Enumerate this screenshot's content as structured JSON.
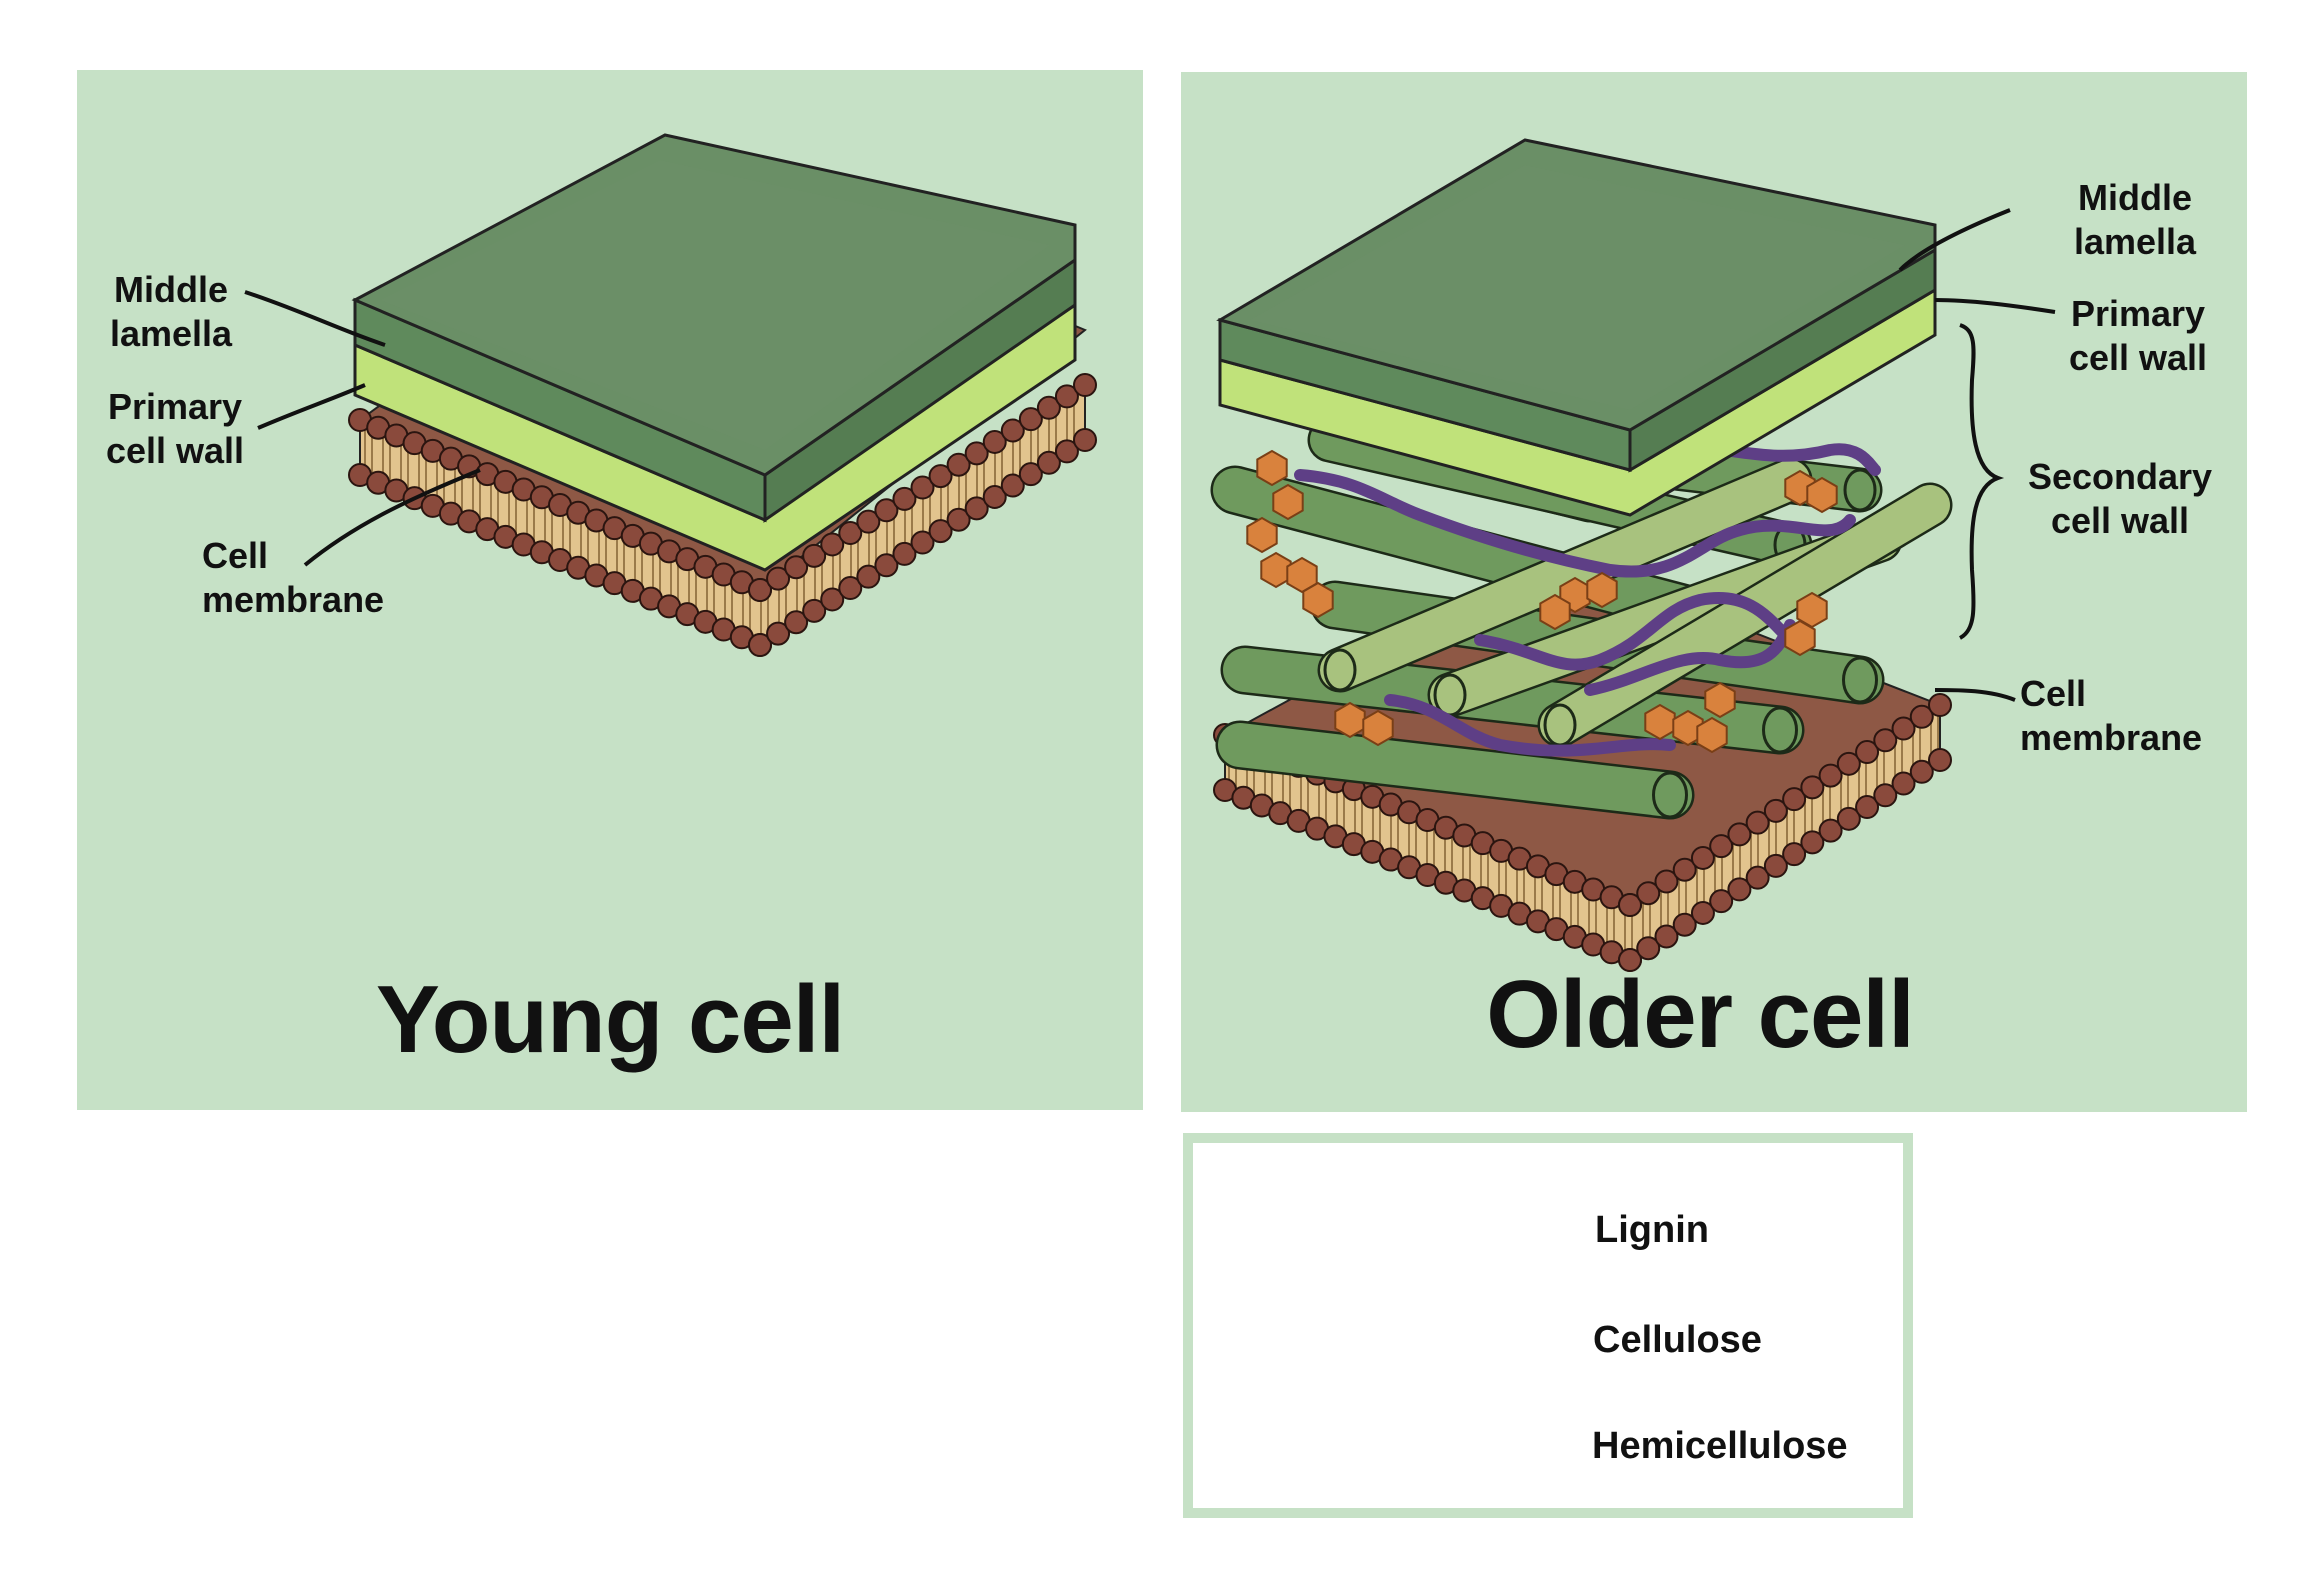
{
  "young_cell": {
    "title": "Young cell",
    "labels": {
      "middle_lamella_1": "Middle",
      "middle_lamella_2": "lamella",
      "primary_wall_1": "Primary",
      "primary_wall_2": "cell wall",
      "membrane_1": "Cell",
      "membrane_2": "membrane"
    }
  },
  "older_cell": {
    "title": "Older cell",
    "labels": {
      "middle_lamella_1": "Middle",
      "middle_lamella_2": "lamella",
      "primary_wall_1": "Primary",
      "primary_wall_2": "cell wall",
      "secondary_wall_1": "Secondary",
      "secondary_wall_2": "cell wall",
      "membrane_1": "Cell",
      "membrane_2": "membrane"
    }
  },
  "legend": {
    "items": [
      {
        "label": "Lignin",
        "icon": "lignin-hexagons-icon"
      },
      {
        "label": "Cellulose",
        "icon": "cellulose-cylinder-icon"
      },
      {
        "label": "Hemicellulose",
        "icon": "hemicellulose-strand-icon"
      }
    ]
  },
  "colors": {
    "panel_bg": "#c6e1c6",
    "middle_lamella": "#6a8f66",
    "primary_wall": "#c0e27a",
    "membrane_head": "#8a4a3c",
    "membrane_tail": "#d8b27a",
    "membrane_top": "#8e5845",
    "cellulose_dark": "#6f9a5e",
    "cellulose_light": "#a8c27e",
    "lignin": "#d9823d",
    "hemicellulose": "#5e3f86"
  }
}
